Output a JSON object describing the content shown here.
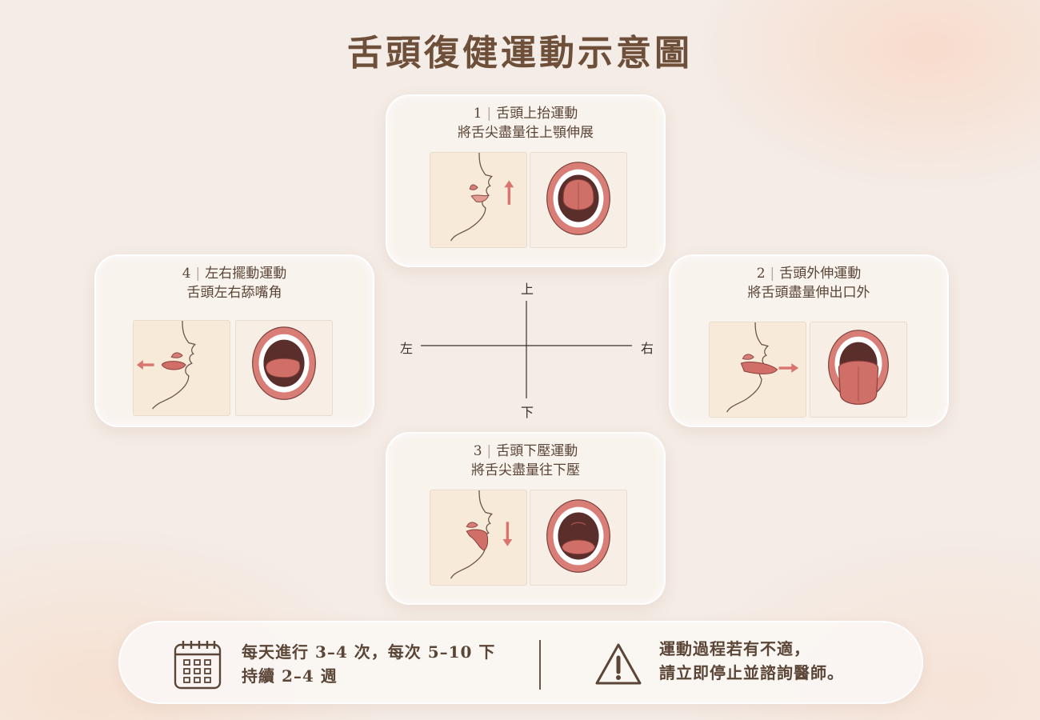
{
  "title": "舌頭復健運動示意圖",
  "cards": {
    "up": {
      "num": "1",
      "sep": "|",
      "name": "舌頭上抬運動",
      "desc": "將舌尖盡量往上顎伸展"
    },
    "right": {
      "num": "2",
      "sep": "|",
      "name": "舌頭外伸運動",
      "desc": "將舌頭盡量伸出口外"
    },
    "down": {
      "num": "3",
      "sep": "|",
      "name": "舌頭下壓運動",
      "desc": "將舌尖盡量往下壓"
    },
    "left": {
      "num": "4",
      "sep": "|",
      "name": "左右擺動運動",
      "desc": "舌頭左右舔嘴角"
    }
  },
  "compass": {
    "up": "上",
    "down": "下",
    "left": "左",
    "right": "右"
  },
  "info": {
    "schedule_line1": "每天進行 3–4 次，每次 5–10 下",
    "schedule_line2": "持續 2–4 週",
    "warning_line1": "運動過程若有不適，",
    "warning_line2": "請立即停止並諮詢醫師。"
  },
  "icons": {
    "schedule": "calendar-icon",
    "warning": "warning-triangle-icon"
  },
  "colors": {
    "title": "#6e4f3a",
    "arrow": "#d9756e",
    "lips": "#d97e77",
    "tongue": "#cf6f68",
    "mouth": "#5a2e2a",
    "background": "#f4ece6"
  }
}
